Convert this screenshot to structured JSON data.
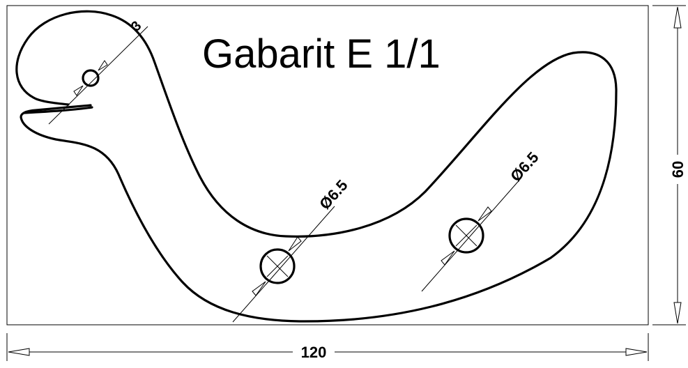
{
  "title": "Gabarit E 1/1",
  "dimensions": {
    "width": "120",
    "height": "60",
    "eye_hole": "3",
    "hole_left": "Ø6.5",
    "hole_right": "Ø6.5"
  }
}
